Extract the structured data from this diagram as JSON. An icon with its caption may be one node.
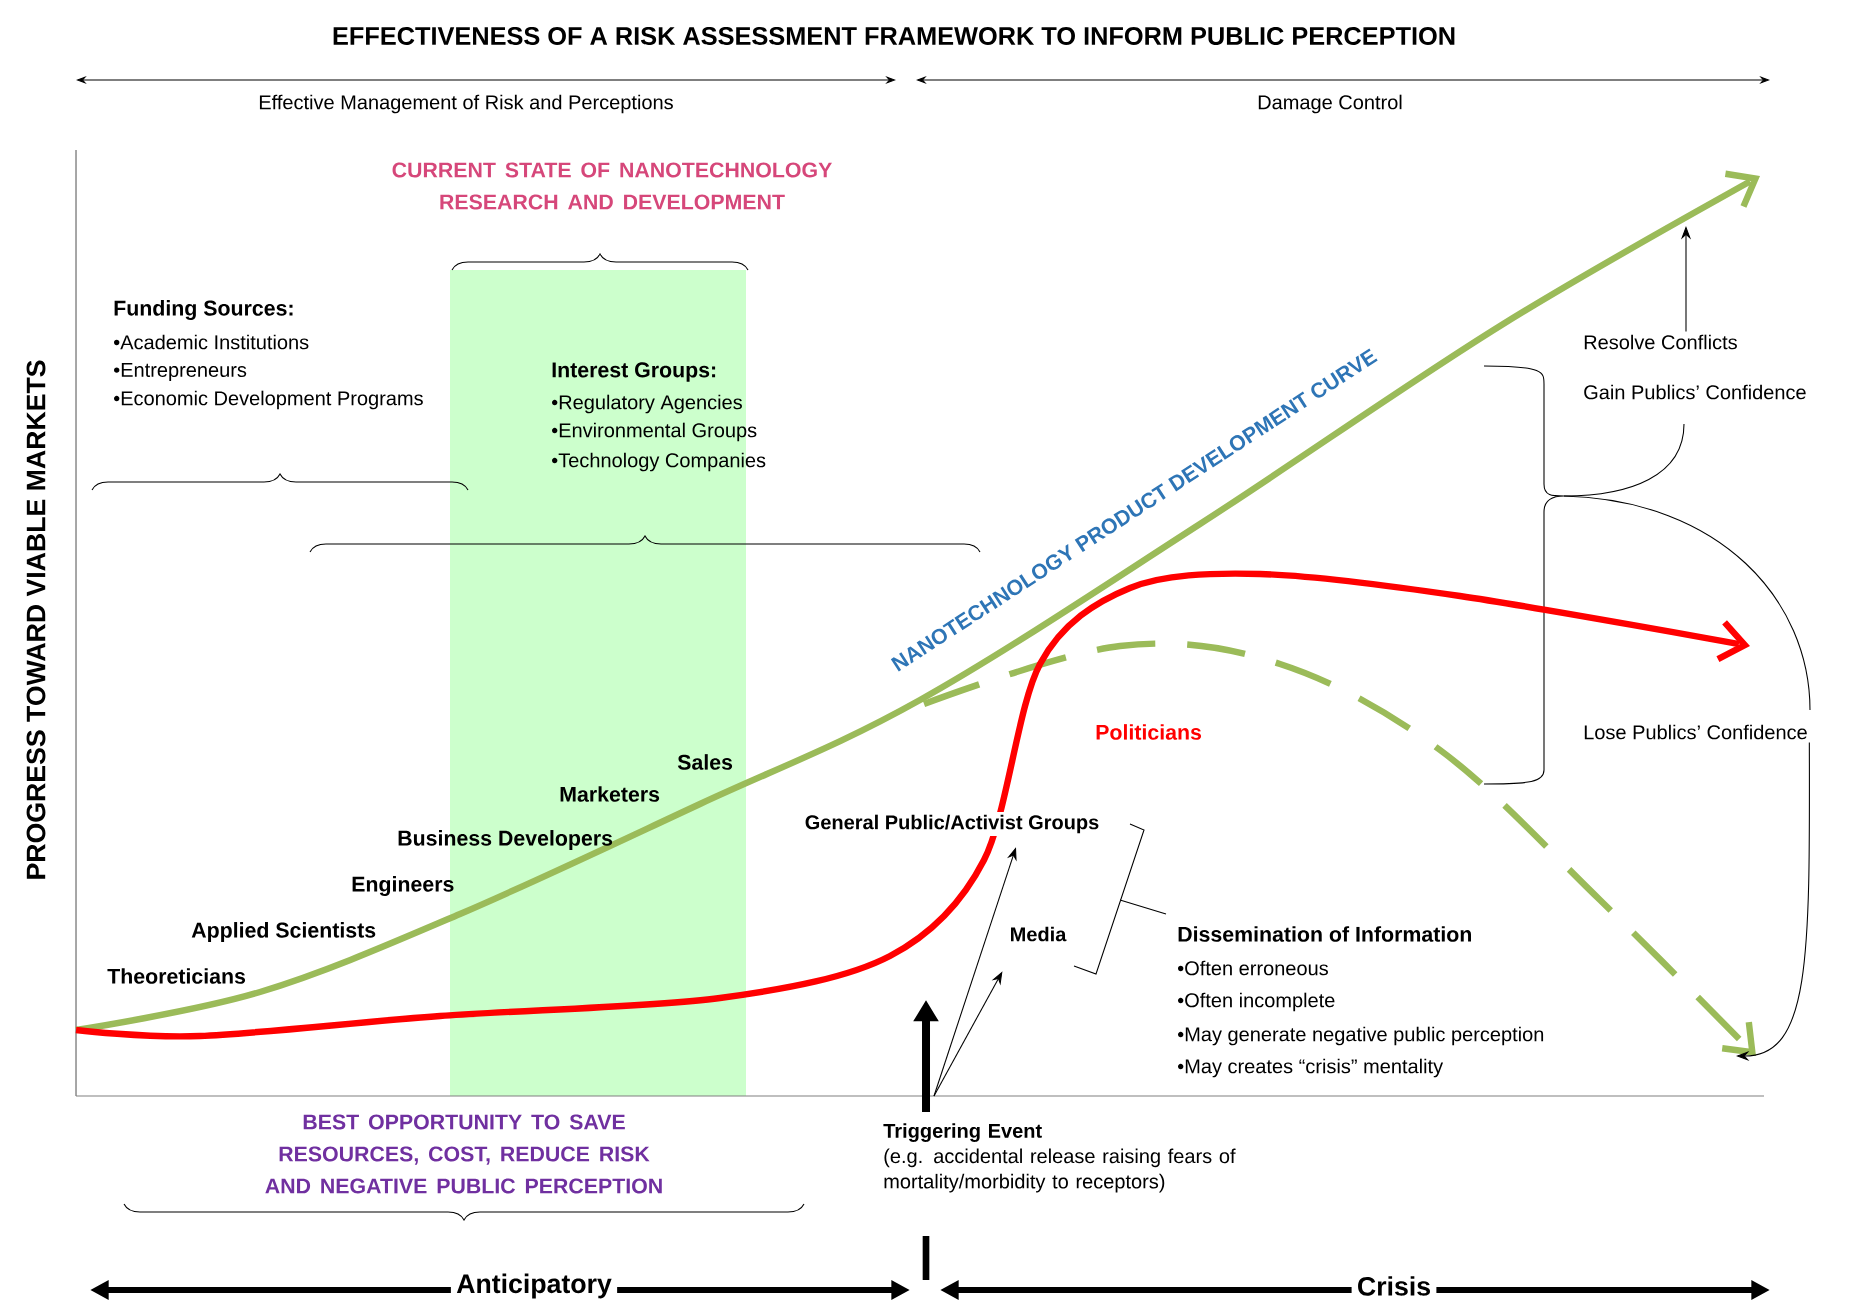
{
  "diagram": {
    "title": "EFFECTIVENESS OF A RISK ASSESSMENT FRAMEWORK TO INFORM PUBLIC PERCEPTION",
    "nodes": [
      {
        "text": [
          "Triggering Event",
          "(e.g. accidental release raising fears of mortality/morbidity to receptors)"
        ]
      },
      {
        "text": [
          "General Public/Activist Groups"
        ]
      },
      {
        "text": [
          "Media"
        ]
      },
      {
        "text": [
          "Resolve Conflicts"
        ]
      },
      {
        "text": [
          "Lose Publics’ Confidence"
        ]
      }
    ],
    "edges": [
      {
        "from": 0,
        "to": 1,
        "arrow": "to"
      },
      {
        "from": 0,
        "to": 2,
        "arrow": "to"
      },
      {
        "from": 0,
        "to": null,
        "arrow": "to",
        "style": "thick"
      },
      {
        "from": 3,
        "to": null,
        "arrow": "to"
      },
      {
        "from": 4,
        "to": null,
        "arrow": "to"
      }
    ],
    "labels": [
      "Effective Management of Risk and Perceptions",
      "Damage Control",
      "CURRENT STATE OF NANOTECHNOLOGY RESEARCH AND DEVELOPMENT",
      "PROGRESS TOWARD VIABLE MARKETS",
      "Funding Sources:",
      "•Academic Institutions",
      "•Entrepreneurs",
      "•Economic Development Programs",
      "Interest Groups:",
      "•Regulatory Agencies",
      "•Environmental Groups",
      "•Technology Companies",
      "NANOTECHNOLOGY PRODUCT DEVELOPMENT CURVE",
      "Sales",
      "Marketers",
      "Business Developers",
      "Engineers",
      "Applied Scientists",
      "Theoreticians",
      "Politicians",
      "Gain Publics’ Confidence",
      "Dissemination of Information",
      "•Often erroneous",
      "•Often incomplete",
      "•May generate negative public perception",
      "•May creates “crisis” mentality",
      "BEST OPPORTUNITY TO SAVE RESOURCES, COST, REDUCE RISK AND NEGATIVE PUBLIC PERCEPTION",
      "Anticipatory",
      "Crisis"
    ]
  }
}
